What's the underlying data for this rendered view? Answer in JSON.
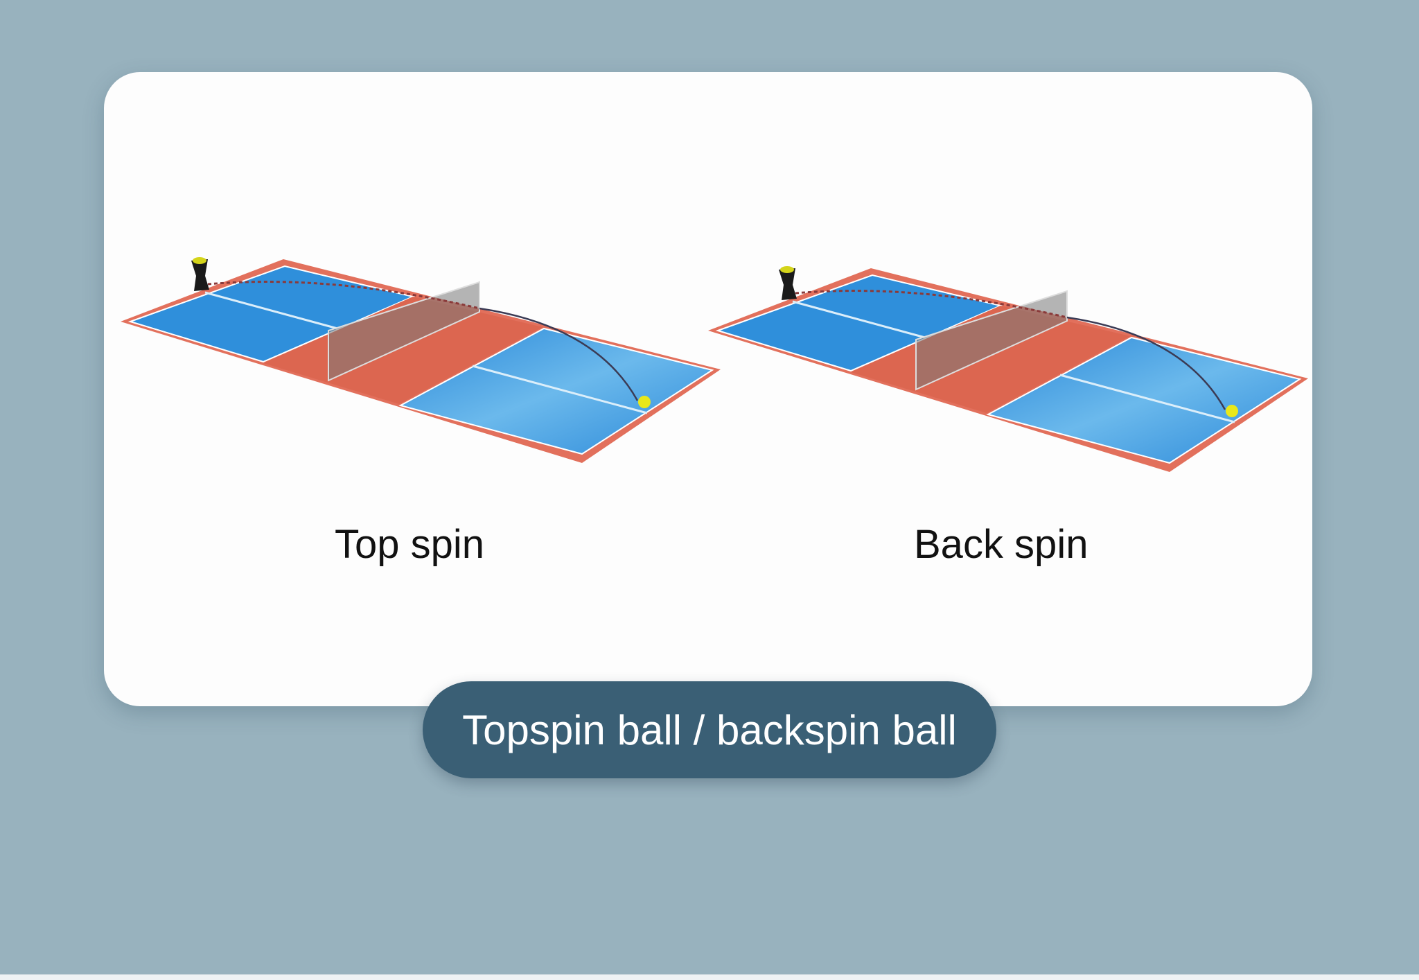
{
  "panels": [
    {
      "label": "Top spin"
    },
    {
      "label": "Back spin"
    }
  ],
  "caption": "Topspin ball / backspin ball",
  "colors": {
    "background": "#98b2be",
    "court_blue": "#2f8fdb",
    "kitchen_red": "#d9604a",
    "caption_bg": "#3a5f75",
    "ball": "#e8e81a"
  }
}
